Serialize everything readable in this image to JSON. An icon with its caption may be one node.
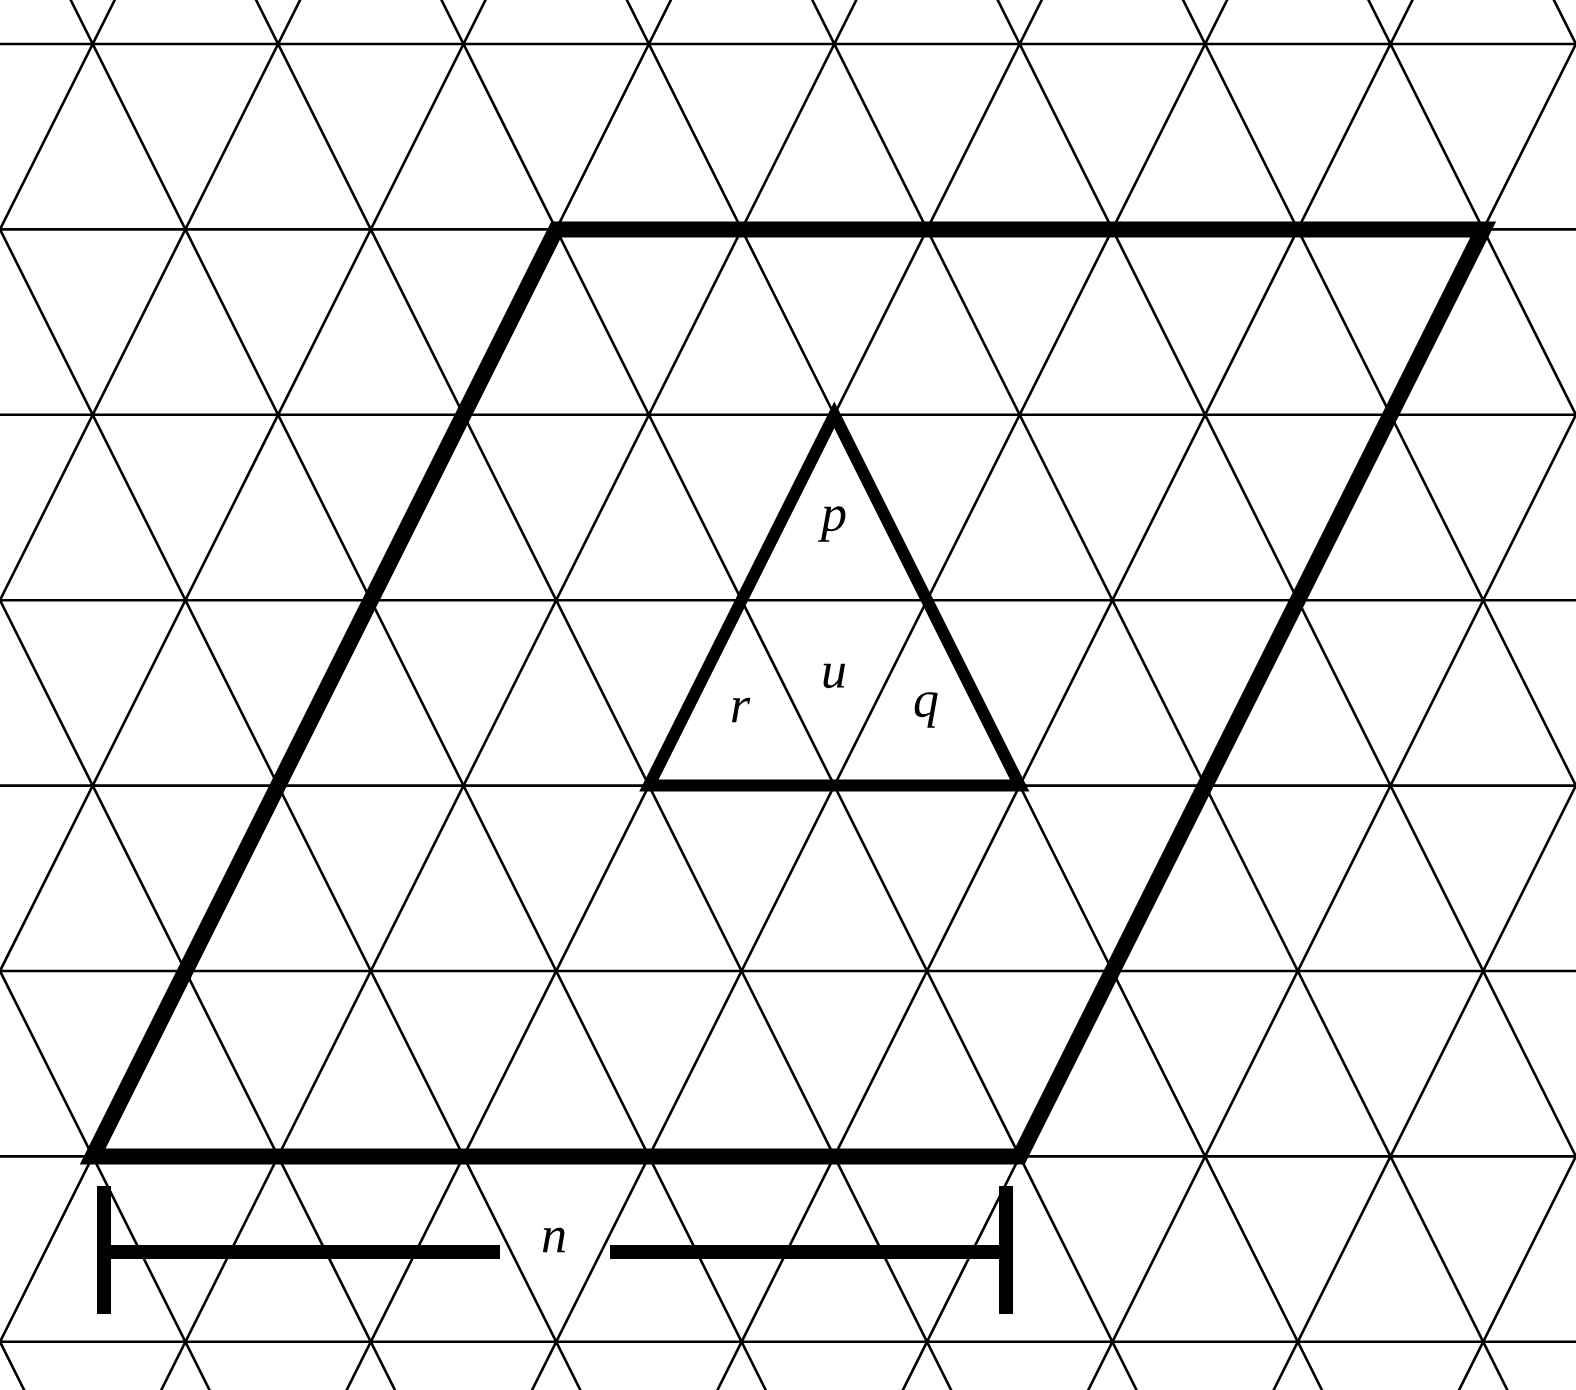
{
  "diagram": {
    "labels": [
      "p",
      "u",
      "r",
      "q",
      "n"
    ]
  }
}
